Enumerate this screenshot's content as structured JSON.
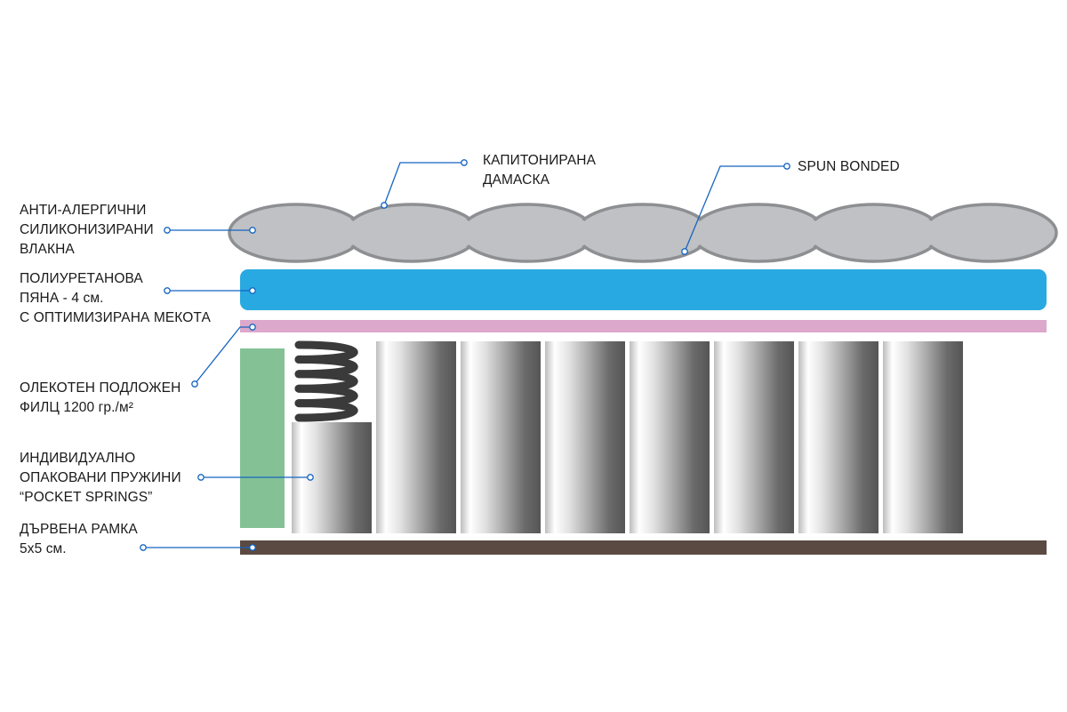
{
  "labels": {
    "fibers": [
      "АНТИ-АЛЕРГИЧНИ",
      "СИЛИКОНИЗИРАНИ",
      "ВЛАКНА"
    ],
    "foam": [
      "ПОЛИУРЕТАНОВА",
      "ПЯНА - 4 см.",
      "С ОПТИМИЗИРАНА МЕКОТА"
    ],
    "felt": [
      "ОЛЕКОТЕН ПОДЛОЖЕН",
      "ФИЛЦ 1200 гр./м²"
    ],
    "springs": [
      "ИНДИВИДУАЛНО",
      "ОПАКОВАНИ ПРУЖИНИ",
      "“POCKET SPRINGS”"
    ],
    "frame": [
      "ДЪРВЕНА РАМКА",
      "5х5 см."
    ],
    "damask": [
      "КАПИТОНИРАНА",
      "ДАМАСКА"
    ],
    "spun": [
      "SPUN BONDED"
    ]
  },
  "colors": {
    "leader": "#1565c0",
    "quilt_fill": "#bfc1c4",
    "quilt_stroke": "#8e8f92",
    "foam": "#29a9e1",
    "felt_pink": "#dca8cb",
    "felt_green": "#84c296",
    "frame": "#5a4a42",
    "spring_coil": "#3a3a3a"
  },
  "layers": {
    "quilt_cells": 7,
    "spring_columns": 8
  }
}
